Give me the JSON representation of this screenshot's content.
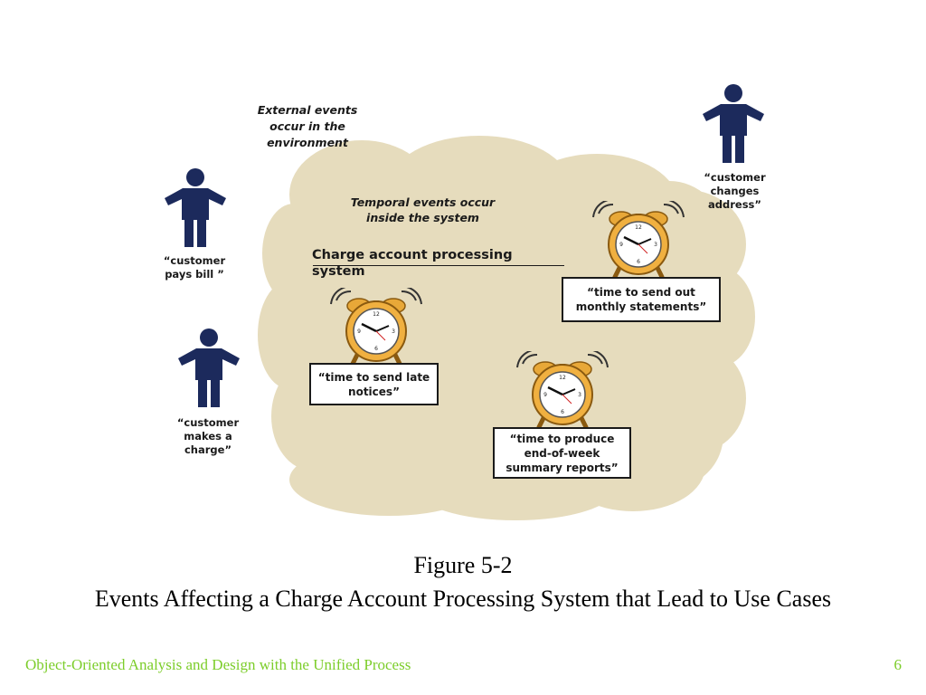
{
  "colors": {
    "cloud": "#e6dcbd",
    "person": "#1c2a5c",
    "clock_body": "#f0b040",
    "footer": "#7ccd2a"
  },
  "diagram": {
    "external_events_label": "External events\noccur in the\nenvironment",
    "temporal_events_label": "Temporal events occur\ninside the system",
    "system_title": "Charge account processing system",
    "actors": [
      {
        "icon": "person-icon",
        "label": "“customer\npays bill ”"
      },
      {
        "icon": "person-icon",
        "label": "“customer\nmakes a\ncharge”"
      },
      {
        "icon": "person-icon",
        "label": "“customer\nchanges\naddress”"
      }
    ],
    "temporal_events": [
      {
        "icon": "alarm-clock-icon",
        "label": "“time to send late\nnotices”"
      },
      {
        "icon": "alarm-clock-icon",
        "label": "“time to send out\nmonthly statements”"
      },
      {
        "icon": "alarm-clock-icon",
        "label": "“time to produce\nend-of-week\nsummary reports”"
      }
    ]
  },
  "caption": {
    "figure_number": "Figure 5-2",
    "title": "Events Affecting a Charge Account Processing System that Lead to Use Cases"
  },
  "footer": {
    "book_title": "Object-Oriented Analysis and Design with the Unified Process",
    "page_number": "6"
  }
}
